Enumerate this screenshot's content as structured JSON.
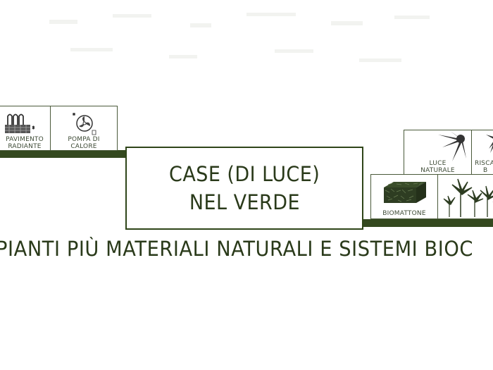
{
  "heading": {
    "line1": "CASE (DI LUCE)",
    "line2": "NEL VERDE"
  },
  "tagline": "PIANTI PIÙ MATERIALI NATURALI E SISTEMI BIOC",
  "left_tiles": [
    {
      "label_line1": "PAVIMENTO",
      "label_line2": "RADIANTE",
      "icon": "radiant-floor-icon"
    },
    {
      "label_line1": "POMPA DI",
      "label_line2": "CALORE",
      "icon": "heat-pump-icon"
    }
  ],
  "right_tiles": [
    {
      "label_line1": "LUCE",
      "label_line2": "NATURALE",
      "icon": "sun-icon"
    },
    {
      "label_line1": "RISCA",
      "label_line2": "B",
      "icon": "sun-heating-icon"
    },
    {
      "label_line1": "BIOMATTONE",
      "label_line2": "",
      "icon": "hemp-brick-icon"
    },
    {
      "label_line1": "",
      "label_line2": "",
      "icon": "hemp-plants-icon"
    }
  ],
  "colors": {
    "accent": "#34491f",
    "text": "#2a3a1a",
    "tile_border": "#4a5a3a"
  }
}
